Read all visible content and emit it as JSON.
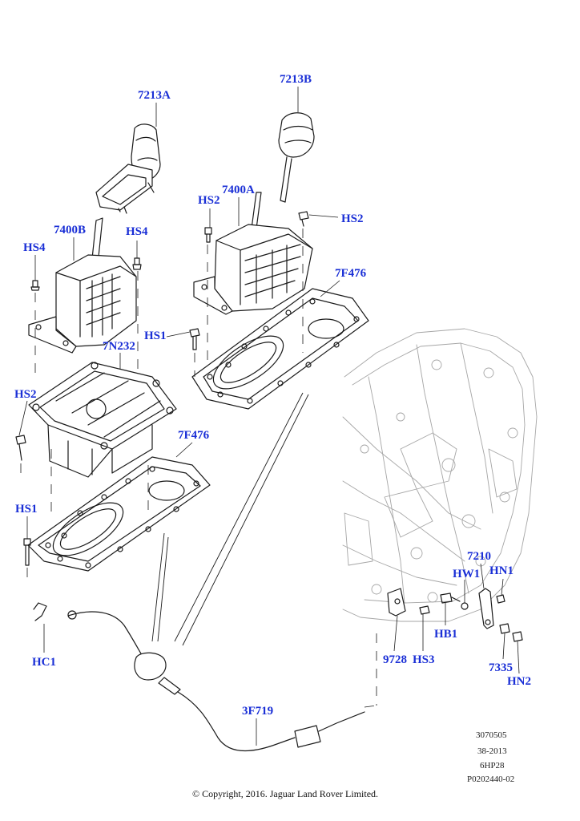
{
  "callouts": {
    "c7213A": "7213A",
    "c7213B": "7213B",
    "c7400B": "7400B",
    "c7400A": "7400A",
    "hs2_a": "HS2",
    "hs2_b": "HS2",
    "hs2_c": "HS2",
    "hs4_a": "HS4",
    "hs4_b": "HS4",
    "hs1_a": "HS1",
    "hs1_b": "HS1",
    "c7f476_a": "7F476",
    "c7f476_b": "7F476",
    "c7n232": "7N232",
    "hc1": "HC1",
    "c3f719": "3F719",
    "c9728": "9728",
    "hs3": "HS3",
    "hb1": "HB1",
    "hw1": "HW1",
    "c7210": "7210",
    "hn1": "HN1",
    "c7335": "7335",
    "hn2": "HN2"
  },
  "meta": {
    "line1": "3070505",
    "line2": "38-2013",
    "line3": "6HP28",
    "line4": "P0202440-02"
  },
  "copyright": "© Copyright, 2016. Jaguar Land Rover Limited.",
  "colors": {
    "callout": "#1a2fd6",
    "linework": "#1a1a1a",
    "ghost": "#9a9a9a"
  }
}
